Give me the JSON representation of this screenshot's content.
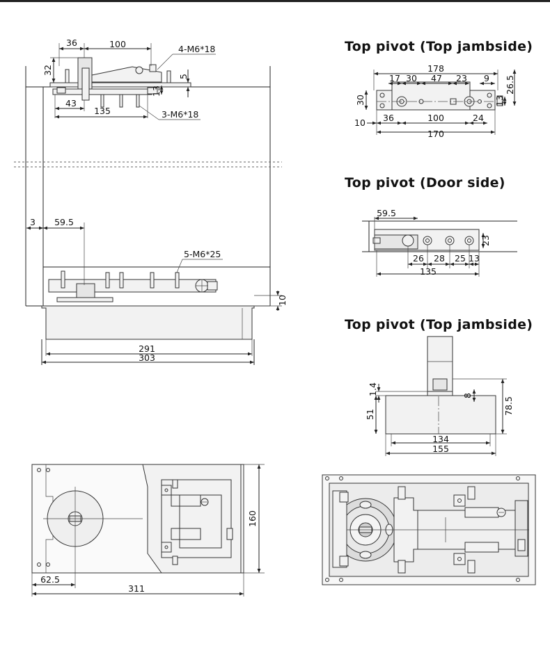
{
  "headings": {
    "top_pivot_1": "Top  pivot  (Top jambside)",
    "top_pivot_door": "Top  pivot  (Door  side)",
    "top_pivot_2": "Top  pivot  (Top jambside)"
  },
  "side_view": {
    "d36": "36",
    "d100": "100",
    "d32": "32",
    "d5": "5",
    "d13": "13",
    "d43": "43",
    "d135": "135",
    "d3": "3",
    "d59_5": "59.5",
    "d291": "291",
    "d303": "303",
    "d10": "10",
    "label_4m6": "4-M6*18",
    "label_3m6": "3-M6*18",
    "label_5m6": "5-M6*25"
  },
  "top_jamb_1": {
    "d178": "178",
    "d17": "17",
    "d30a": "30",
    "d47": "47",
    "d23": "23",
    "d9": "9",
    "d26_5": "26.5",
    "d30b": "30",
    "d13": "13",
    "d10": "10",
    "d36": "36",
    "d100": "100",
    "d24": "24",
    "d170": "170"
  },
  "door_side": {
    "d59_5": "59.5",
    "d23": "23",
    "d26": "26",
    "d28": "28",
    "d25": "25",
    "d13": "13",
    "d135": "135"
  },
  "top_jamb_2": {
    "d1_4": "1.4",
    "d8": "8",
    "d51": "51",
    "d78_5": "78.5",
    "d134": "134",
    "d155": "155"
  },
  "plan_view": {
    "d160": "160",
    "d62_5": "62.5",
    "d311": "311"
  }
}
